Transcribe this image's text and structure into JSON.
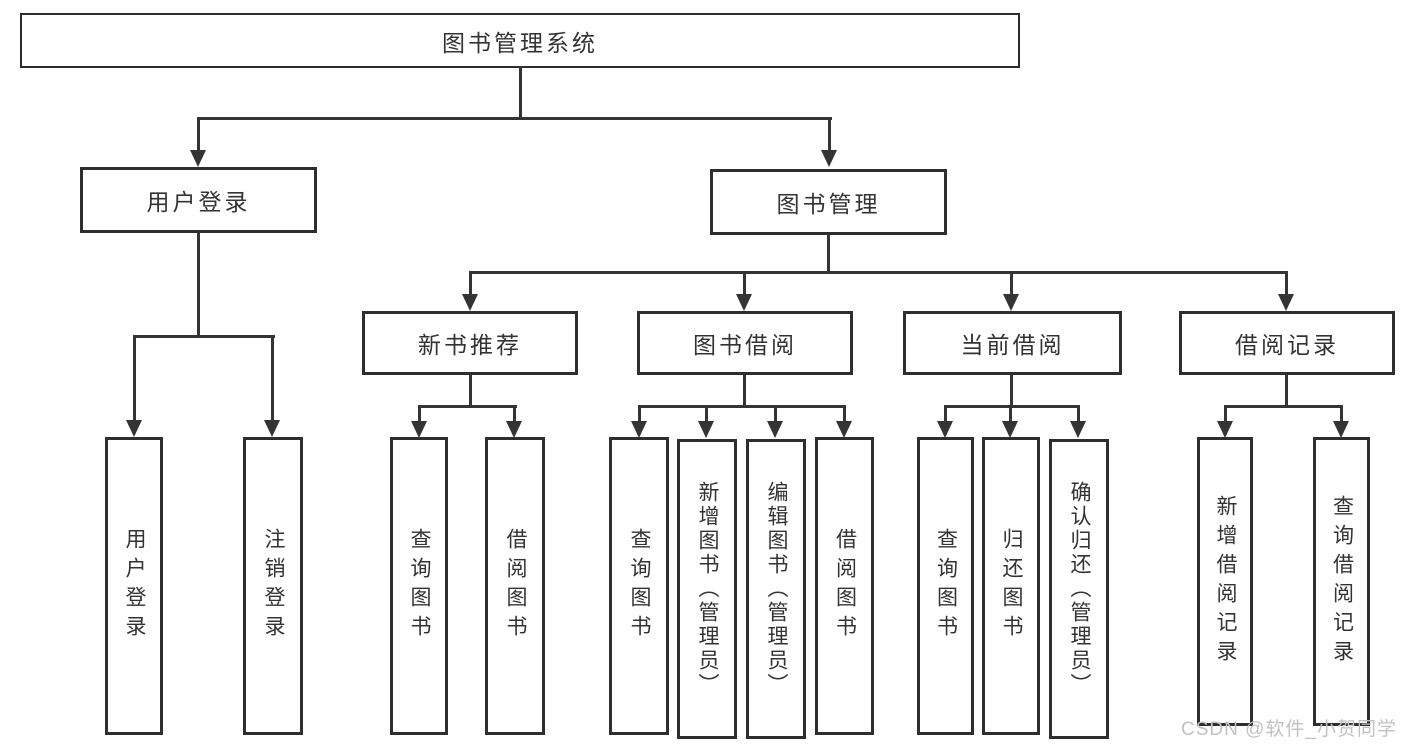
{
  "diagram": {
    "root": {
      "label": "图书管理系统"
    },
    "level2": [
      {
        "label": "用户登录"
      },
      {
        "label": "图书管理"
      }
    ],
    "level3": [
      {
        "label": "新书推荐"
      },
      {
        "label": "图书借阅"
      },
      {
        "label": "当前借阅"
      },
      {
        "label": "借阅记录"
      }
    ],
    "leaves": {
      "user_login": [
        "用户登录",
        "注销登录"
      ],
      "new_book_recommend": [
        "查询图书",
        "借阅图书"
      ],
      "book_borrow": [
        "查询图书",
        "新增图书（管理员）",
        "编辑图书（管理员）",
        "借阅图书"
      ],
      "current_borrow": [
        "查询图书",
        "归还图书",
        "确认归还（管理员）"
      ],
      "borrow_records": [
        "新增借阅记录",
        "查询借阅记录"
      ]
    }
  },
  "watermark": {
    "text": "CSDN @软件_小贺同学"
  },
  "colors": {
    "line": "#343434",
    "border": "#2e2e2e",
    "text": "#333333",
    "watermark": "#c2c2c2",
    "background": "#ffffff"
  }
}
